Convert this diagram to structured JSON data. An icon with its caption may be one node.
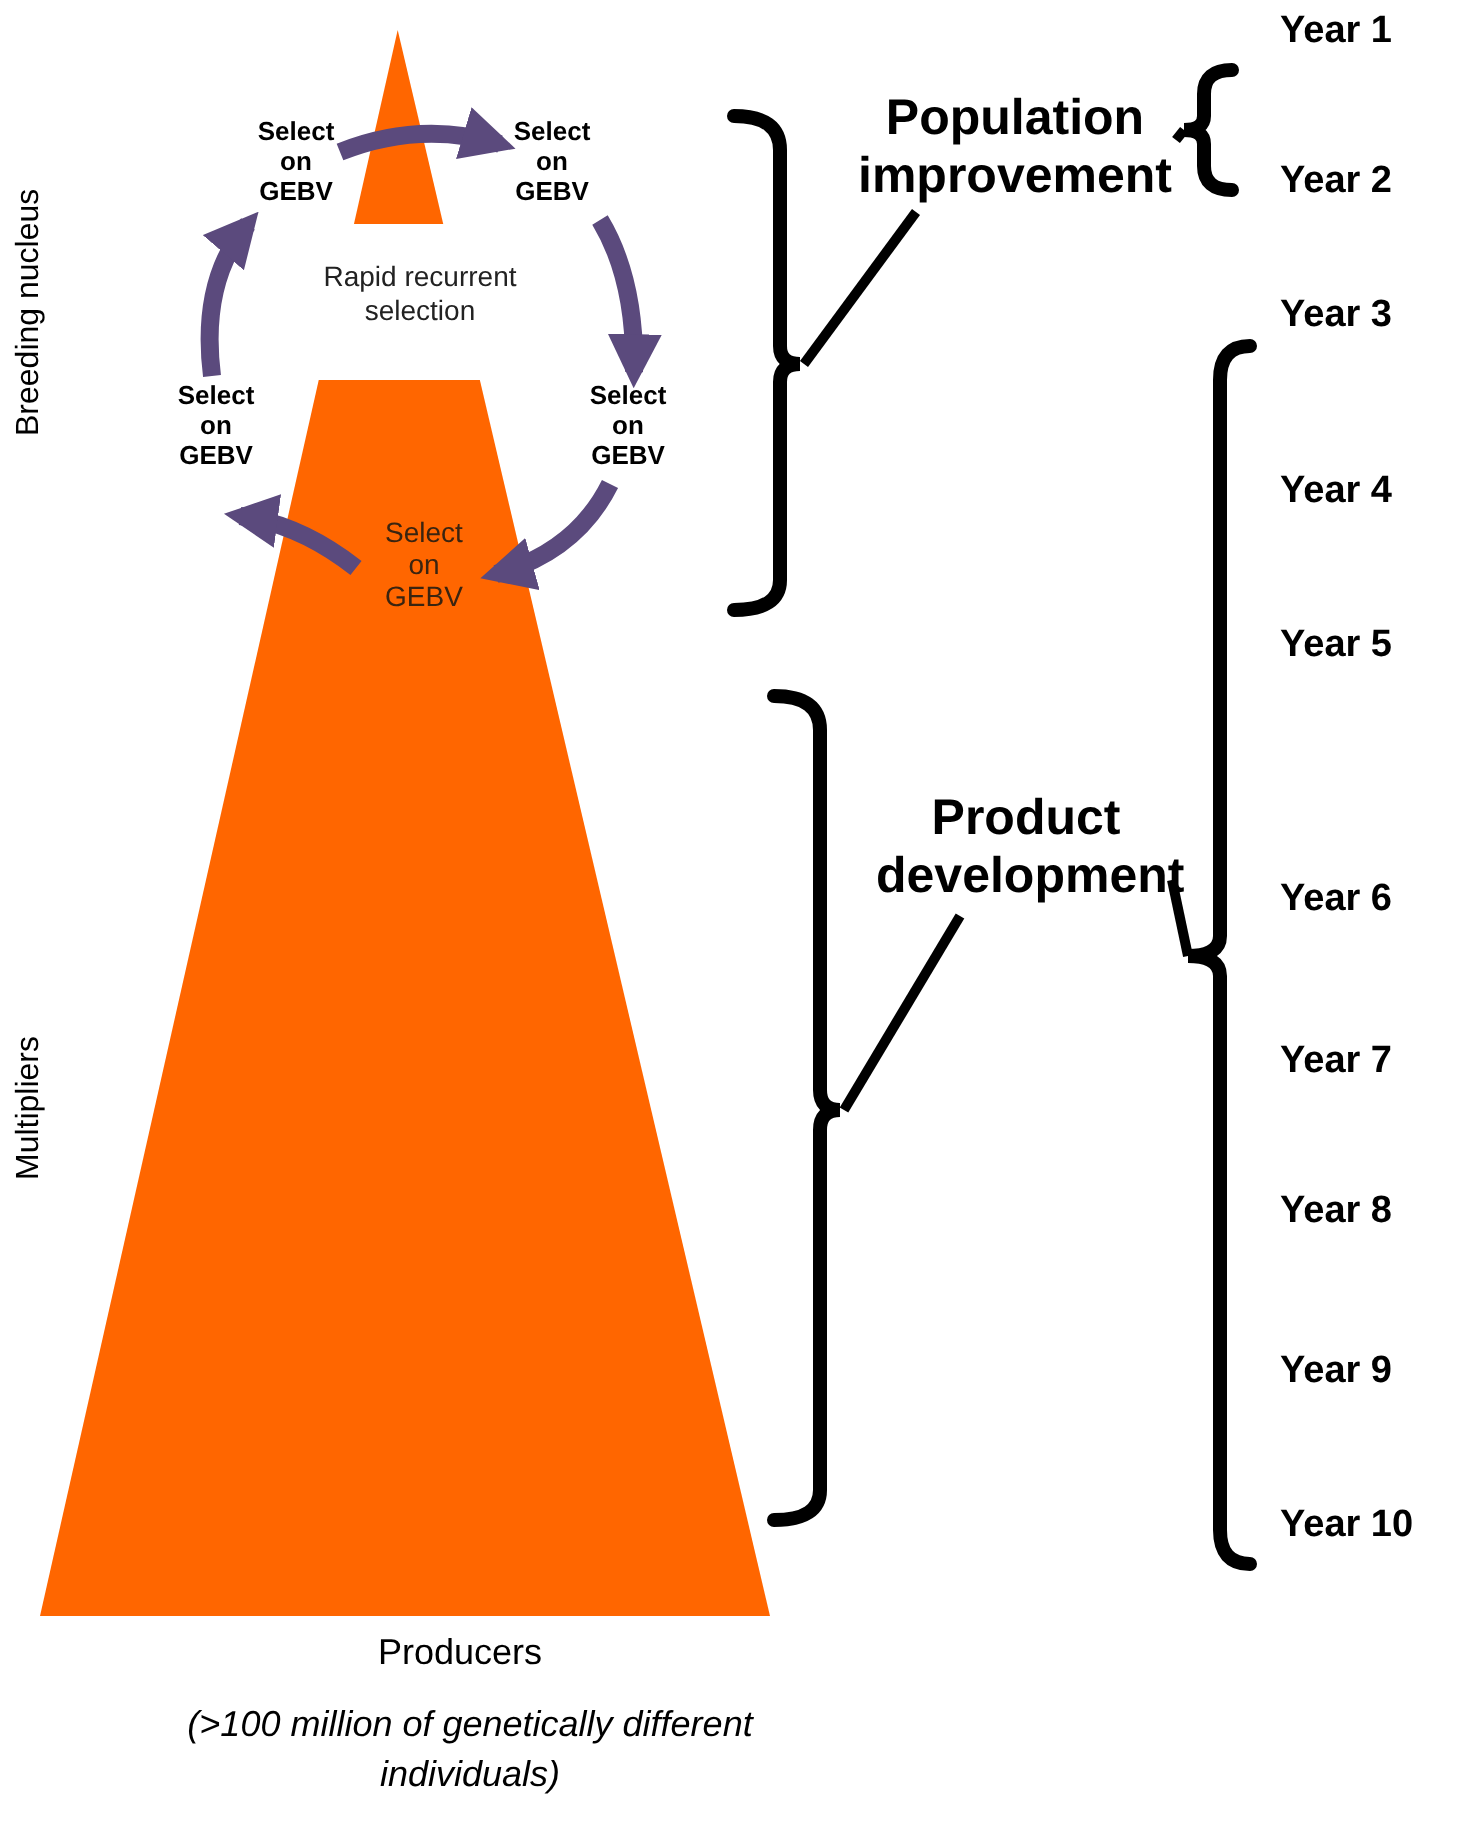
{
  "diagram": {
    "nodes": [
      {
        "text": [],
        "shape": "triangle"
      },
      {
        "text": [
          "Select on GEBV"
        ]
      },
      {
        "text": [
          "Select on GEBV"
        ]
      },
      {
        "text": [
          "Select on GEBV"
        ]
      },
      {
        "text": [
          "Select on GEBV"
        ],
        "in": 0
      },
      {
        "text": [
          "Select on GEBV"
        ]
      },
      {
        "text": [
          "Population improvement"
        ]
      },
      {
        "text": [],
        "shape": "bracket"
      },
      {
        "text": [
          "Product development"
        ]
      },
      {
        "text": [],
        "shape": "bracket"
      },
      {
        "text": [],
        "shape": "bracket"
      },
      {
        "text": [],
        "shape": "bracket"
      }
    ],
    "edges": [
      {
        "from": 1,
        "to": 2,
        "arrow": "to"
      },
      {
        "from": 2,
        "to": 3,
        "arrow": "to"
      },
      {
        "from": 3,
        "to": 4,
        "arrow": "to"
      },
      {
        "from": 4,
        "to": 5,
        "arrow": "to"
      },
      {
        "from": 5,
        "to": 1,
        "arrow": "to"
      },
      {
        "from": 6,
        "to": 7,
        "arrow": "none",
        "color": "#000000"
      },
      {
        "from": 8,
        "to": 9,
        "arrow": "none",
        "color": "#000000"
      },
      {
        "from": 6,
        "to": 10,
        "arrow": "none",
        "color": "#000000"
      },
      {
        "from": 8,
        "to": 11,
        "arrow": "none",
        "color": "#000000"
      }
    ],
    "labels": [
      "Year 1",
      "Year 2",
      "Year 3",
      "Year 4",
      "Year 5",
      "Year 6",
      "Year 7",
      "Year 8",
      "Year 9",
      "Year 10",
      "Breeding nucleus",
      "Multipliers",
      "Rapid recurrent selection",
      "Producers",
      "(>100 million of genetically different individuals)"
    ]
  }
}
